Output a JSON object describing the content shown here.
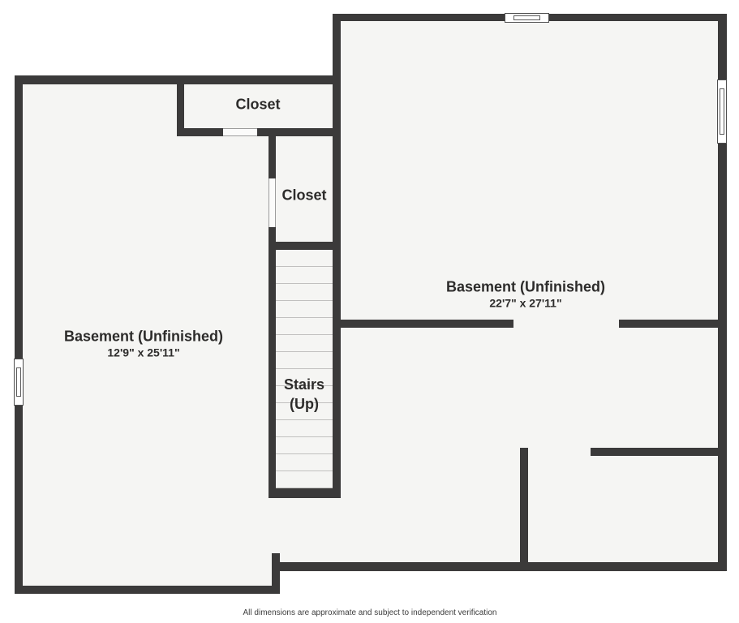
{
  "rooms": {
    "left": {
      "name": "Basement (Unfinished)",
      "dimensions": "12'9\" x 25'11\""
    },
    "right": {
      "name": "Basement (Unfinished)",
      "dimensions": "22'7\" x 27'11\""
    }
  },
  "closets": {
    "top": {
      "label": "Closet"
    },
    "middle": {
      "label": "Closet"
    }
  },
  "stairs": {
    "line1": "Stairs",
    "line2": "(Up)"
  },
  "footer": {
    "disclaimer": "All dimensions are approximate and subject to independent verification"
  },
  "colors": {
    "wall": "#3b3a3a",
    "floor": "#f5f5f3",
    "background": "#ffffff",
    "stair_tread": "#c1c0bf",
    "text": "#2d2c2b"
  }
}
